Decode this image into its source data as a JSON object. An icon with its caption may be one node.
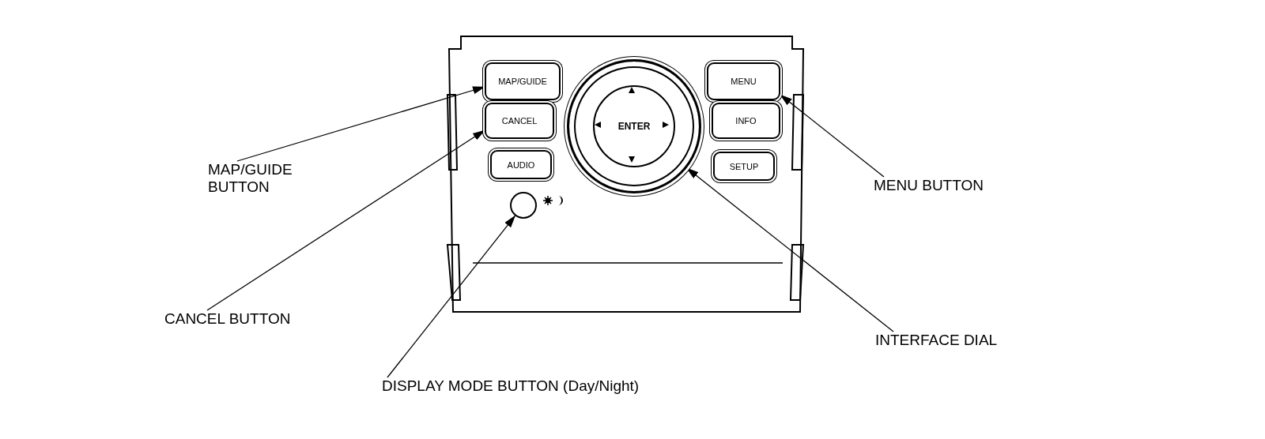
{
  "diagram": {
    "nodes": [
      {
        "text": [
          "MAP/GUIDE"
        ]
      },
      {
        "text": [
          "CANCEL"
        ]
      },
      {
        "text": [
          "AUDIO"
        ]
      },
      {
        "text": [],
        "shape": "circle"
      },
      {
        "text": [
          "ENTER"
        ],
        "in": 3
      },
      {
        "text": [
          "MENU"
        ]
      },
      {
        "text": [
          "INFO"
        ]
      },
      {
        "text": [
          "SETUP"
        ]
      },
      {
        "text": [],
        "shape": "circle"
      },
      {
        "text": [
          "MAP/GUIDE BUTTON"
        ]
      },
      {
        "text": [
          "MENU BUTTON"
        ]
      },
      {
        "text": [
          "CANCEL BUTTON"
        ]
      },
      {
        "text": [
          "INTERFACE DIAL"
        ]
      },
      {
        "text": [
          "DISPLAY MODE BUTTON (Day/Night)"
        ]
      }
    ],
    "edges": [
      {
        "from": 9,
        "to": 0,
        "arrow": "to"
      },
      {
        "from": 10,
        "to": 5,
        "arrow": "to"
      },
      {
        "from": 11,
        "to": 1,
        "arrow": "to"
      },
      {
        "from": 12,
        "to": 3,
        "arrow": "to"
      },
      {
        "from": 13,
        "to": 8,
        "arrow": "to"
      }
    ]
  }
}
